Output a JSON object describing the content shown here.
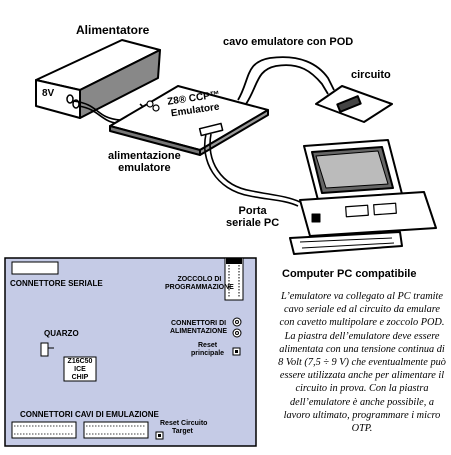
{
  "labels": {
    "power_supply": "Alimentatore",
    "voltage": "8V",
    "pod_cable": "cavo emulatore con POD",
    "circuit": "circuito",
    "emulator_line1": "Z8® CCP™",
    "emulator_line2": "Emulatore",
    "power_emulator_line1": "alimentazione",
    "power_emulator_line2": "emulatore",
    "serial_port_line1": "Porta",
    "serial_port_line2": "seriale PC",
    "pc": "Computer PC compatibile"
  },
  "board": {
    "serial_connector": "CONNETTORE SERIALE",
    "prog_socket_line1": "ZOCCOLO DI",
    "prog_socket_line2": "PROGRAMMAZIONE",
    "quartz": "QUARZO",
    "power_connectors_line1": "CONNETTORI DI",
    "power_connectors_line2": "ALIMENTAZIONE",
    "main_reset_line1": "Reset",
    "main_reset_line2": "principale",
    "chip_line1": "Z16C50",
    "chip_line2": "ICE",
    "chip_line3": "CHIP",
    "emulation_cable_connectors": "CONNETTORI CAVI DI EMULAZIONE",
    "reset_target_line1": "Reset Circuito",
    "reset_target_line2": "Target"
  },
  "caption": "L’emulatore va collegato al PC tramite cavo seriale ed al circuito da emulare con cavetto multipolare e zoccolo POD. La piastra dell’emulatore deve essere alimentata con una tensione continua di 8 Volt (7,5 ÷ 9 V) che eventualmente può essere utilizzata anche per alimentare il circuito in prova. Con la piastra dell’emulatore è anche possibile, a lavoro ultimato, programmare i micro OTP."
}
